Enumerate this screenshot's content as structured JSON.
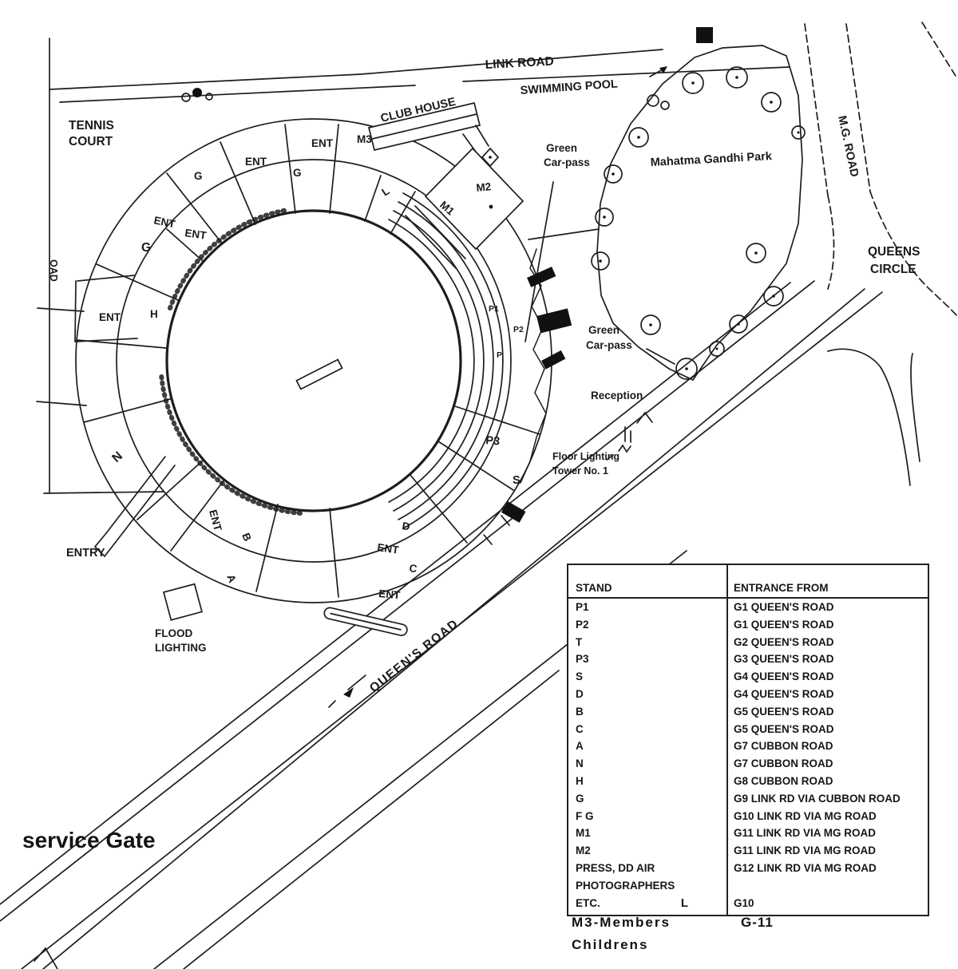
{
  "map": {
    "road_labels": {
      "link_road": "LINK ROAD",
      "mg_road": "M.G. ROAD",
      "queens_road": "QUEEN'S ROAD",
      "queens_circle_l1": "QUEENS",
      "queens_circle_l2": "CIRCLE",
      "west_road_fragment": "OAD"
    },
    "place_labels": {
      "tennis_court_l1": "TENNIS",
      "tennis_court_l2": "COURT",
      "swimming_pool": "SWIMMING POOL",
      "club_house": "CLUB HOUSE",
      "park": "Mahatma Gandhi Park",
      "green_car_pass_l1": "Green",
      "green_car_pass_l2": "Car-pass",
      "reception": "Reception",
      "floor_lighting_l1": "Floor Lighting",
      "floor_lighting_l2": "Tower No. 1",
      "flood_lighting_l1": "FLOOD",
      "flood_lighting_l2": "LIGHTING",
      "entry": "ENTRY",
      "service_gate": "service Gate"
    },
    "stand_labels": {
      "G": "G",
      "H": "H",
      "N": "N",
      "A": "A",
      "B": "B",
      "C": "C",
      "D": "D",
      "S": "S",
      "L": "L",
      "P1": "P1",
      "P2": "P2",
      "P": "P",
      "P3": "P3",
      "M1": "M1",
      "M2": "M2",
      "M3": "M3",
      "ENT": "ENT"
    }
  },
  "table": {
    "headers": {
      "stand": "STAND",
      "entrance": "ENTRANCE FROM"
    },
    "rows": [
      {
        "stand": "P1",
        "entrance": "G1 QUEEN'S ROAD"
      },
      {
        "stand": "P2",
        "entrance": "G1 QUEEN'S ROAD"
      },
      {
        "stand": "T",
        "entrance": "G2 QUEEN'S ROAD"
      },
      {
        "stand": "P3",
        "entrance": "G3 QUEEN'S ROAD"
      },
      {
        "stand": "S",
        "entrance": "G4 QUEEN'S ROAD"
      },
      {
        "stand": "D",
        "entrance": "G4 QUEEN'S ROAD"
      },
      {
        "stand": "B",
        "entrance": "G5 QUEEN'S ROAD"
      },
      {
        "stand": "C",
        "entrance": "G5 QUEEN'S ROAD"
      },
      {
        "stand": "A",
        "entrance": "G7 CUBBON ROAD"
      },
      {
        "stand": "N",
        "entrance": "G7 CUBBON ROAD"
      },
      {
        "stand": "H",
        "entrance": "G8 CUBBON ROAD"
      },
      {
        "stand": "G",
        "entrance": "G9 LINK RD VIA CUBBON ROAD"
      },
      {
        "stand": "F G",
        "entrance": "G10 LINK RD VIA MG ROAD"
      },
      {
        "stand": "M1",
        "entrance": "G11 LINK RD VIA MG ROAD"
      },
      {
        "stand": "M2",
        "entrance": "G11 LINK RD VIA MG ROAD"
      },
      {
        "stand": "PRESS, DD AIR",
        "entrance": "G12 LINK RD VIA MG ROAD"
      },
      {
        "stand": "PHOTOGRAPHERS",
        "entrance": ""
      },
      {
        "stand": "ETC.",
        "entrance": "G10",
        "extra": "L"
      }
    ],
    "footnote": {
      "left_l1": "M3-Members",
      "left_l2": "Childrens",
      "right": "G-11"
    }
  }
}
